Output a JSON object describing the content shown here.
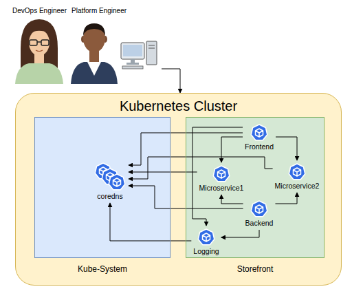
{
  "diagram": {
    "nodes": [
      {
        "text": [
          "DevOps Engineer"
        ]
      },
      {
        "text": [
          "Platform Engineer"
        ]
      },
      {
        "text": [
          "Kubernetes Cluster"
        ]
      },
      {
        "text": [
          "Kube-System"
        ],
        "in": 2
      },
      {
        "text": [
          "Storefront"
        ],
        "in": 2
      },
      {
        "text": [
          "coredns"
        ],
        "in": 3
      },
      {
        "text": [
          "Frontend"
        ],
        "in": 4
      },
      {
        "text": [
          "Microservice1"
        ],
        "in": 4
      },
      {
        "text": [
          "Microservice2"
        ],
        "in": 4
      },
      {
        "text": [
          "Backend"
        ],
        "in": 4
      },
      {
        "text": [
          "Logging"
        ],
        "in": 4
      }
    ],
    "edges": [
      {
        "from": 1,
        "to": 2,
        "arrow": "to"
      },
      {
        "from": 6,
        "to": 5,
        "arrow": "to"
      },
      {
        "from": 6,
        "to": 7,
        "arrow": "to"
      },
      {
        "from": 6,
        "to": 8,
        "arrow": "to"
      },
      {
        "from": 6,
        "to": 10,
        "arrow": "to"
      },
      {
        "from": 7,
        "to": 5,
        "arrow": "to"
      },
      {
        "from": 8,
        "to": 5,
        "arrow": "to"
      },
      {
        "from": 9,
        "to": 5,
        "arrow": "to"
      },
      {
        "from": 9,
        "to": 7,
        "arrow": "to"
      },
      {
        "from": 9,
        "to": 8,
        "arrow": "to"
      },
      {
        "from": 9,
        "to": 10,
        "arrow": "to"
      },
      {
        "from": 10,
        "to": 5,
        "arrow": "to"
      }
    ]
  }
}
